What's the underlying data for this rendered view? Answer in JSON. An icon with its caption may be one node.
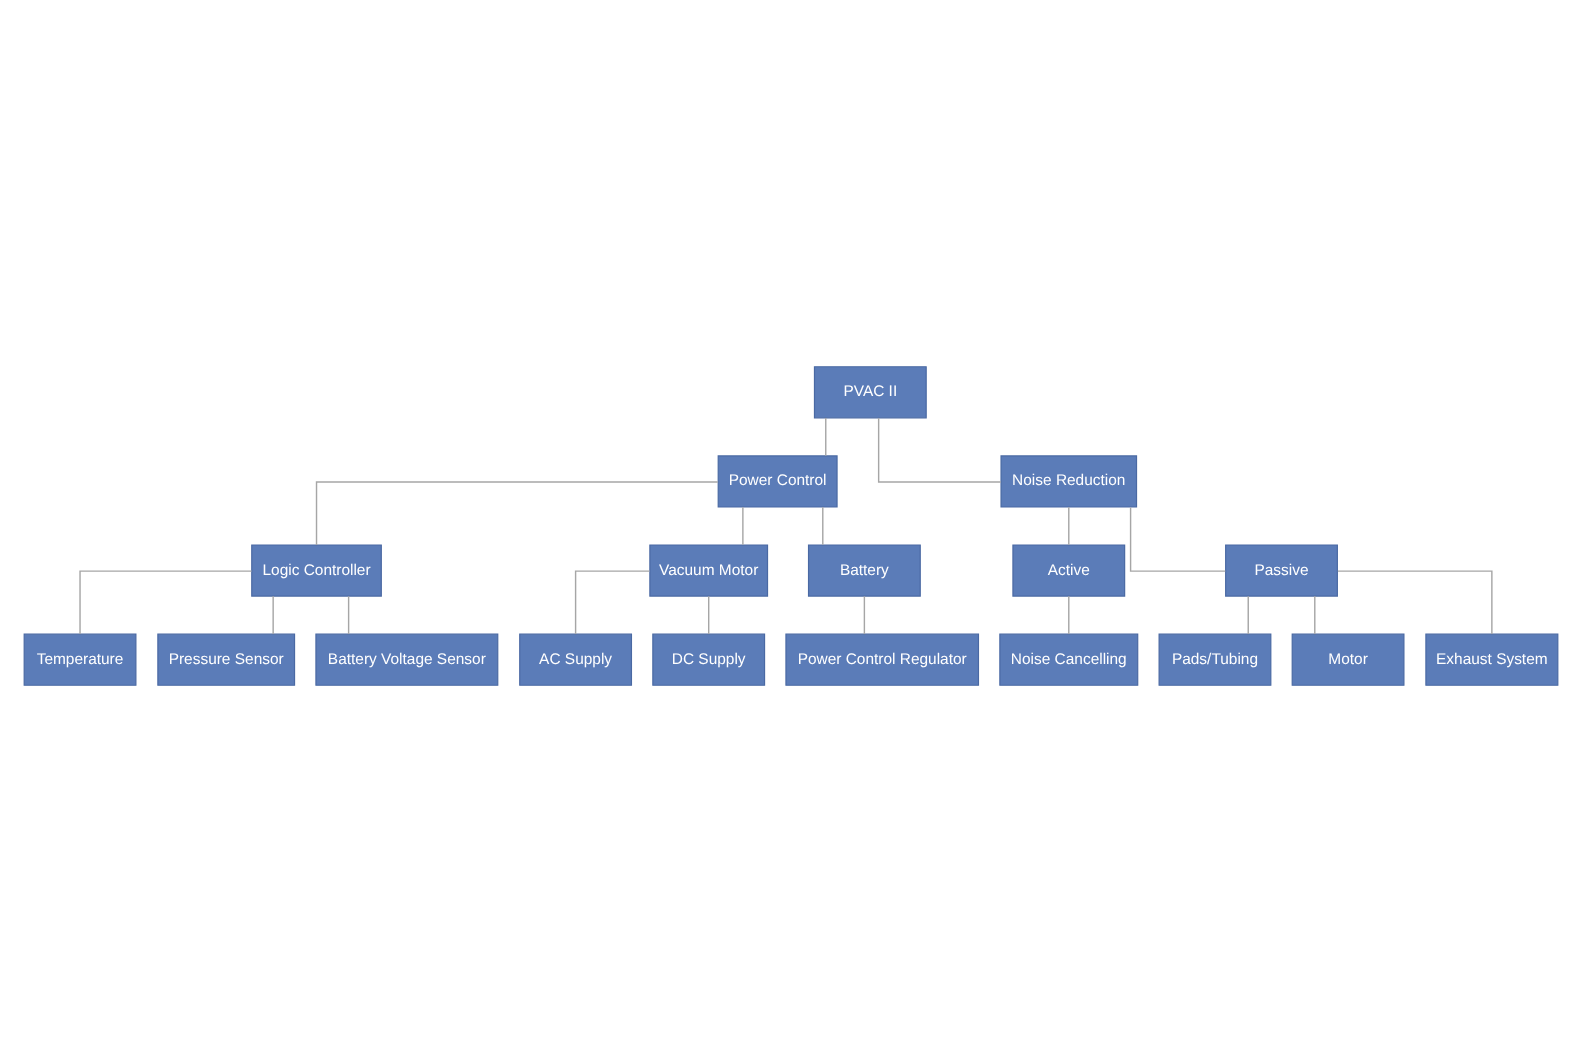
{
  "diagram": {
    "nodes": [
      {
        "text": [
          "PVAC II"
        ]
      },
      {
        "text": [
          "Power Control"
        ]
      },
      {
        "text": [
          "Noise Reduction"
        ]
      },
      {
        "text": [
          "Logic Controller"
        ]
      },
      {
        "text": [
          "Vacuum Motor"
        ]
      },
      {
        "text": [
          "Battery"
        ]
      },
      {
        "text": [
          "Active"
        ]
      },
      {
        "text": [
          "Passive"
        ]
      },
      {
        "text": [
          "Temperature"
        ]
      },
      {
        "text": [
          "Pressure Sensor"
        ]
      },
      {
        "text": [
          "Battery Voltage Sensor"
        ]
      },
      {
        "text": [
          "AC Supply"
        ]
      },
      {
        "text": [
          "DC Supply"
        ]
      },
      {
        "text": [
          "Power Control Regulator"
        ]
      },
      {
        "text": [
          "Noise Cancelling"
        ]
      },
      {
        "text": [
          "Pads/Tubing"
        ]
      },
      {
        "text": [
          "Motor"
        ]
      },
      {
        "text": [
          "Exhaust System"
        ]
      }
    ],
    "edges": [
      {
        "from": 0,
        "to": 1,
        "arrow": "none"
      },
      {
        "from": 0,
        "to": 2,
        "arrow": "none"
      },
      {
        "from": 1,
        "to": 3,
        "arrow": "none"
      },
      {
        "from": 1,
        "to": 4,
        "arrow": "none"
      },
      {
        "from": 1,
        "to": 5,
        "arrow": "none"
      },
      {
        "from": 2,
        "to": 6,
        "arrow": "none"
      },
      {
        "from": 2,
        "to": 7,
        "arrow": "none"
      },
      {
        "from": 3,
        "to": 8,
        "arrow": "none"
      },
      {
        "from": 3,
        "to": 9,
        "arrow": "none"
      },
      {
        "from": 3,
        "to": 10,
        "arrow": "none"
      },
      {
        "from": 4,
        "to": 11,
        "arrow": "none"
      },
      {
        "from": 4,
        "to": 12,
        "arrow": "none"
      },
      {
        "from": 5,
        "to": 13,
        "arrow": "none"
      },
      {
        "from": 6,
        "to": 14,
        "arrow": "none"
      },
      {
        "from": 7,
        "to": 15,
        "arrow": "none"
      },
      {
        "from": 7,
        "to": 16,
        "arrow": "none"
      },
      {
        "from": 7,
        "to": 17,
        "arrow": "none"
      }
    ]
  }
}
